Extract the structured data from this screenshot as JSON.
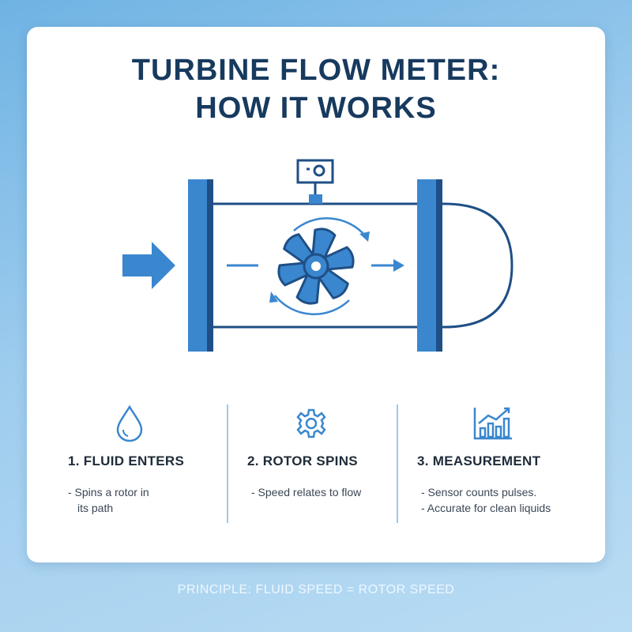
{
  "title": {
    "line1": "TURBINE FLOW METER:",
    "line2": "HOW IT WORKS"
  },
  "steps": [
    {
      "icon": "water-drop-icon",
      "heading": "1. FLUID ENTERS",
      "bullets": [
        "- Spins a rotor in",
        "its path"
      ]
    },
    {
      "icon": "gear-icon",
      "heading": "2. ROTOR SPINS",
      "bullets": [
        "- Speed relates to flow"
      ]
    },
    {
      "icon": "bar-chart-trend-icon",
      "heading": "3. MEASUREMENT",
      "bullets": [
        "- Sensor counts pulses.",
        "- Accurate for clean liquids"
      ]
    }
  ],
  "footer": "PRINCIPLE: FLUID SPEED = ROTOR SPEED",
  "colors": {
    "accent": "#3a87cf",
    "dark_blue": "#1f4f86",
    "title": "#173a5e",
    "divider": "#9ec8ea"
  }
}
